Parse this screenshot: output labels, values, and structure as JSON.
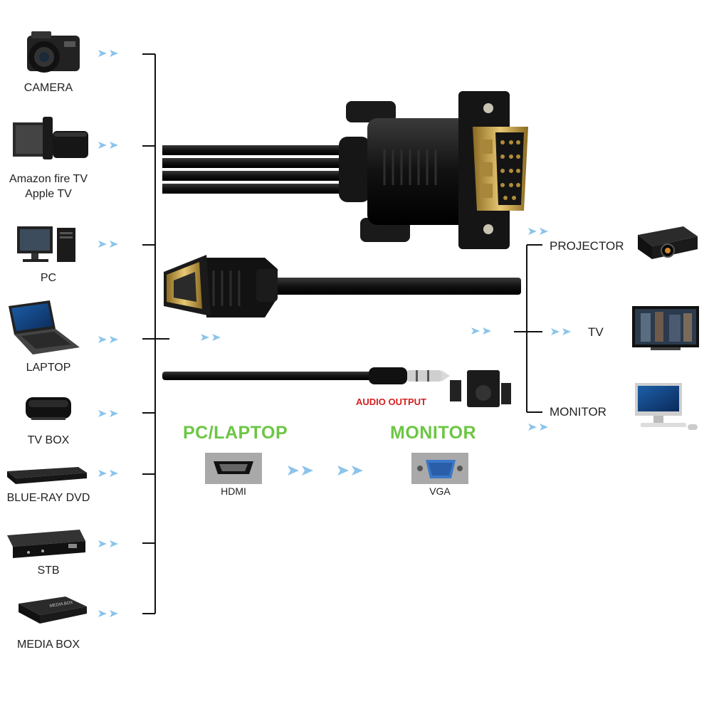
{
  "sources": [
    {
      "label": "CAMERA",
      "icon": "camera-icon"
    },
    {
      "label": "Amazon fire TV",
      "label2": "Apple TV",
      "icon": "streaming-box-icon"
    },
    {
      "label": "PC",
      "icon": "desktop-pc-icon"
    },
    {
      "label": "LAPTOP",
      "icon": "laptop-icon"
    },
    {
      "label": "TV BOX",
      "icon": "tv-box-icon"
    },
    {
      "label": "BLUE-RAY DVD",
      "icon": "bluray-player-icon"
    },
    {
      "label": "STB",
      "icon": "set-top-box-icon"
    },
    {
      "label": "MEDIA BOX",
      "icon": "media-box-icon"
    }
  ],
  "media_box_print": "MEDIA BOX",
  "outputs": [
    {
      "label": "PROJECTOR",
      "icon": "projector-icon"
    },
    {
      "label": "TV",
      "icon": "tv-icon"
    },
    {
      "label": "MONITOR",
      "icon": "monitor-icon"
    }
  ],
  "audio_label": "AUDIO OUTPUT",
  "left_heading": "PC/LAPTOP",
  "right_heading": "MONITOR",
  "hdmi_label": "HDMI",
  "vga_label": "VGA",
  "colors": {
    "arrow": "#8cc4ea",
    "heading_green": "#6cc644",
    "audio_red": "#d42020",
    "gold": "#c9a24a",
    "cable": "#111111",
    "vga_blue": "#3a78c8"
  }
}
